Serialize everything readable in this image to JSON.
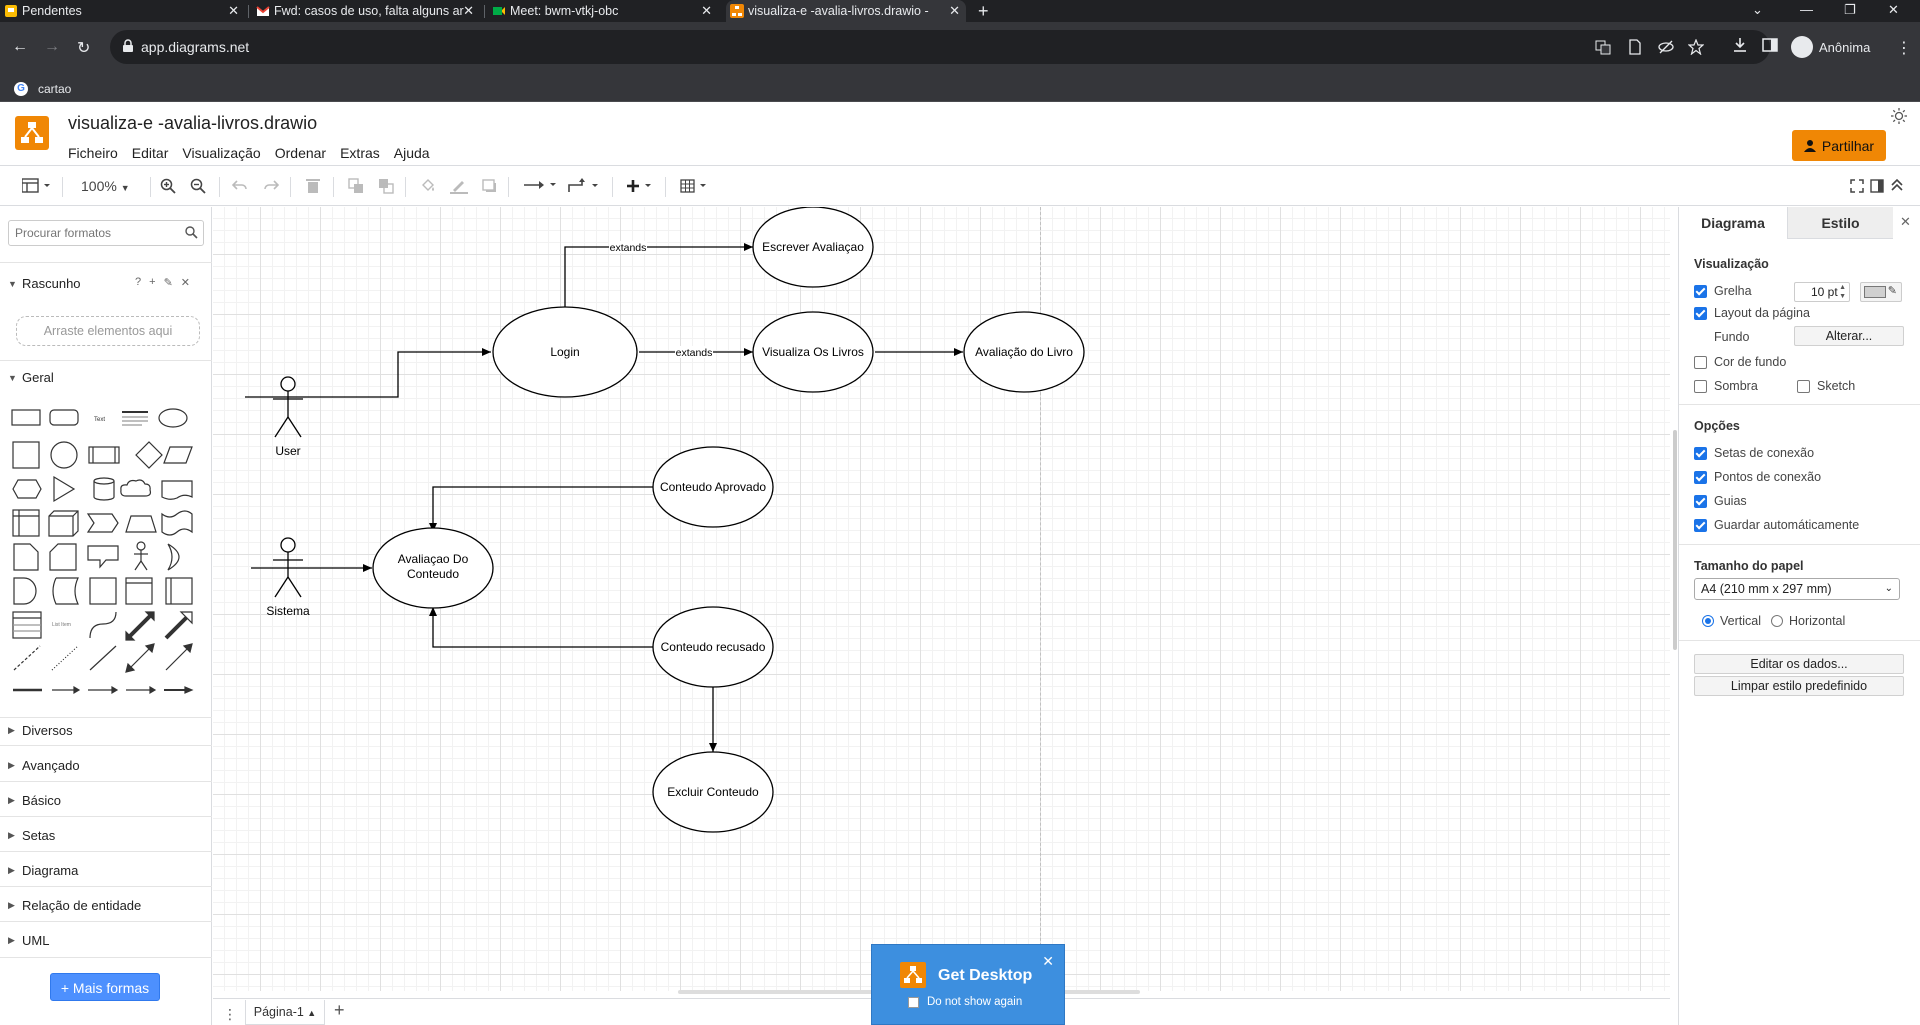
{
  "browser": {
    "tabs": [
      {
        "title": "Pendentes",
        "icon": "keep-icon"
      },
      {
        "title": "Fwd: casos de uso, falta alguns ar",
        "icon": "gmail-icon"
      },
      {
        "title": "Meet: bwm-vtkj-obc",
        "icon": "meet-icon"
      },
      {
        "title": "visualiza-e -avalia-livros.drawio -",
        "icon": "drawio-icon"
      }
    ],
    "url": "app.diagrams.net",
    "profile": "Anônima",
    "bookmark": "cartao"
  },
  "app": {
    "doc_title": "visualiza-e -avalia-livros.drawio",
    "menu": [
      "Ficheiro",
      "Editar",
      "Visualização",
      "Ordenar",
      "Extras",
      "Ajuda"
    ],
    "share_label": "Partilhar",
    "zoom": "100%"
  },
  "left_panel": {
    "search_placeholder": "Procurar formatos",
    "scratchpad_title": "Rascunho",
    "scratchpad_drop": "Arraste elementos aqui",
    "general_title": "Geral",
    "sections": [
      "Diversos",
      "Avançado",
      "Básico",
      "Setas",
      "Diagrama",
      "Relação de entidade",
      "UML"
    ],
    "more_shapes": "+ Mais formas"
  },
  "diagram": {
    "actors": [
      {
        "id": "user",
        "label": "User"
      },
      {
        "id": "sistema",
        "label": "Sistema"
      }
    ],
    "use_cases": [
      {
        "id": "escrever",
        "label": "Escrever Avaliaçao"
      },
      {
        "id": "login",
        "label": "Login"
      },
      {
        "id": "visualiza",
        "label": "Visualiza Os Livros"
      },
      {
        "id": "avaliacao_livro",
        "label": "Avaliação do Livro"
      },
      {
        "id": "aprovado",
        "label": "Conteudo Aprovado"
      },
      {
        "id": "avaliacao_conteudo",
        "label_line1": "Avaliaçao Do",
        "label_line2": "Conteudo"
      },
      {
        "id": "recusado",
        "label": "Conteudo recusado"
      },
      {
        "id": "excluir",
        "label": "Excluir Conteudo"
      }
    ],
    "edge_labels": {
      "extends_1": "extands",
      "extends_2": "extands"
    }
  },
  "pages": {
    "current": "Página-1"
  },
  "popup": {
    "title": "Get Desktop",
    "checkbox": "Do not show again"
  },
  "right_panel": {
    "tab_diagram": "Diagrama",
    "tab_style": "Estilo",
    "view_heading": "Visualização",
    "grid_label": "Grelha",
    "grid_size": "10 pt",
    "page_layout": "Layout da página",
    "background_label": "Fundo",
    "change_button": "Alterar...",
    "bg_color": "Cor de fundo",
    "shadow": "Sombra",
    "sketch": "Sketch",
    "options_heading": "Opções",
    "options": [
      "Setas de conexão",
      "Pontos de conexão",
      "Guias",
      "Guardar automáticamente"
    ],
    "paper_heading": "Tamanho do papel",
    "paper_size": "A4 (210 mm x 297 mm)",
    "portrait": "Vertical",
    "landscape": "Horizontal",
    "edit_data": "Editar os dados...",
    "clear_style": "Limpar estilo predefinido"
  },
  "colors": {
    "brand": "#f08705",
    "accent": "#1a73e8",
    "more_shapes": "#4d90fe",
    "popup": "#3d8fdf"
  }
}
